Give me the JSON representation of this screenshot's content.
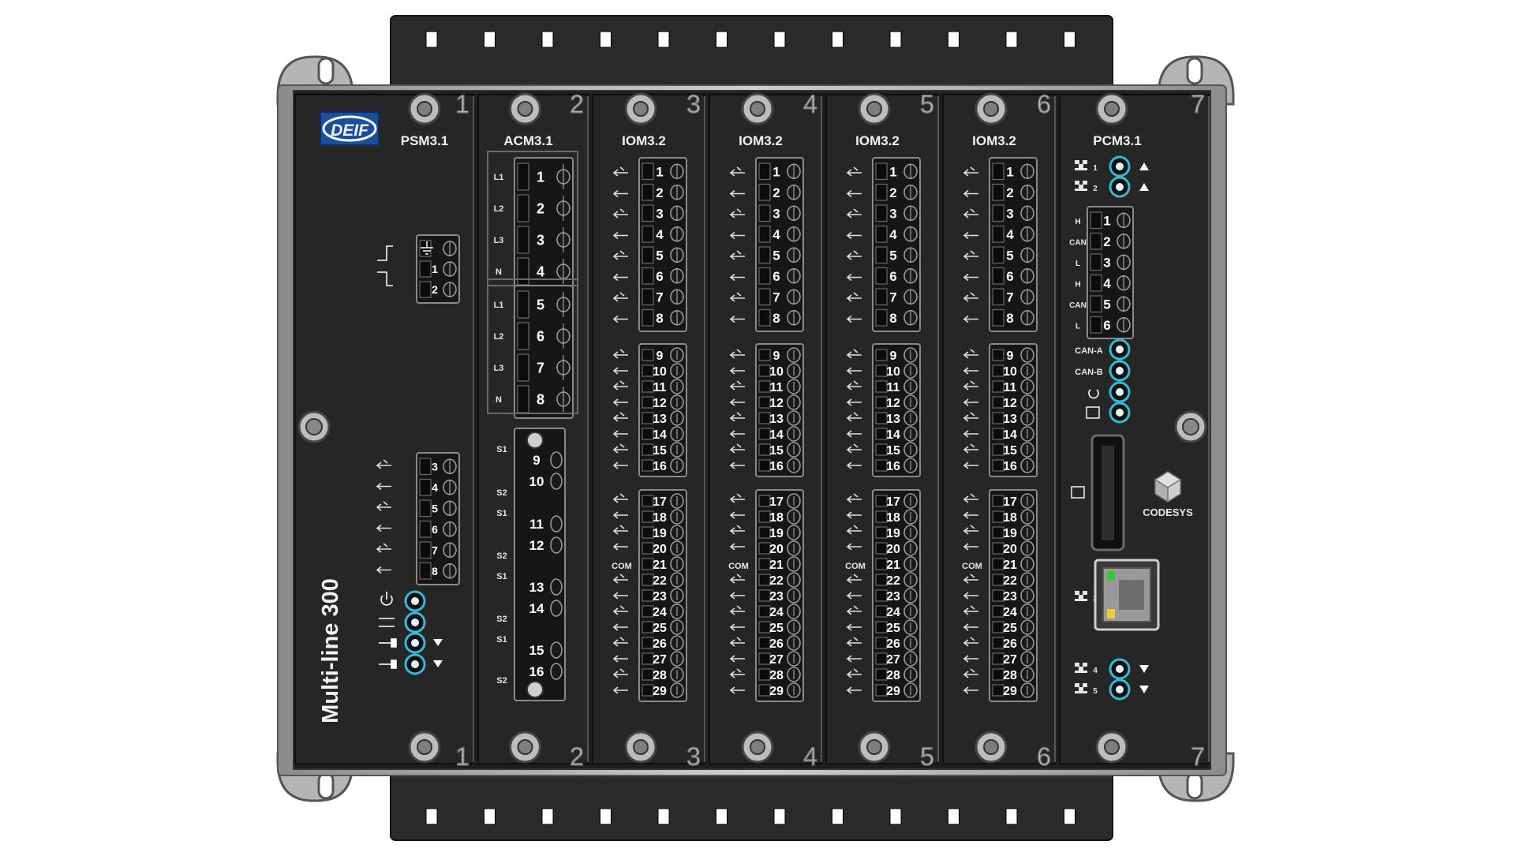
{
  "device": {
    "brand": "DEIF",
    "product": "Multi-line 300",
    "codesys": "CODESYS"
  },
  "slots": [
    {
      "number": "1",
      "label": "PSM3.1"
    },
    {
      "number": "2",
      "label": "ACM3.1"
    },
    {
      "number": "3",
      "label": "IOM3.2"
    },
    {
      "number": "4",
      "label": "IOM3.2"
    },
    {
      "number": "5",
      "label": "IOM3.2"
    },
    {
      "number": "6",
      "label": "IOM3.2"
    },
    {
      "number": "7",
      "label": "PCM3.1"
    }
  ],
  "psm": {
    "power_pins": [
      "1",
      "2"
    ],
    "io_pins": [
      "3",
      "4",
      "5",
      "6",
      "7",
      "8"
    ]
  },
  "acm": {
    "voltage_groups": [
      {
        "phases": [
          "L1",
          "L2",
          "L3",
          "N"
        ],
        "pins": [
          "1",
          "2",
          "3",
          "4"
        ]
      },
      {
        "phases": [
          "L1",
          "L2",
          "L3",
          "N"
        ],
        "pins": [
          "5",
          "6",
          "7",
          "8"
        ]
      }
    ],
    "current_pins": [
      "9",
      "10",
      "11",
      "12",
      "13",
      "14",
      "15",
      "16"
    ],
    "current_labels": [
      "S1",
      "S2",
      "S1",
      "S2",
      "S1",
      "S2",
      "S1",
      "S2"
    ]
  },
  "iom": {
    "pins_a": [
      "1",
      "2",
      "3",
      "4",
      "5",
      "6",
      "7",
      "8"
    ],
    "pins_b": [
      "9",
      "10",
      "11",
      "12",
      "13",
      "14",
      "15",
      "16"
    ],
    "pins_c": [
      "17",
      "18",
      "19",
      "20",
      "21",
      "22",
      "23",
      "24",
      "25",
      "26",
      "27",
      "28",
      "29"
    ],
    "com_label": "COM"
  },
  "pcm": {
    "can_pins": [
      "1",
      "2",
      "3",
      "4",
      "5",
      "6"
    ],
    "can_labels": [
      "H",
      "CAN",
      "L",
      "H",
      "CAN",
      "L"
    ],
    "port_labels": [
      "1",
      "2",
      "3",
      "4",
      "5"
    ],
    "led_labels": [
      "CAN-A",
      "CAN-B"
    ]
  },
  "colors": {
    "housing": "#2b2b2b",
    "module": "#262626",
    "frame": "#a9a9a9",
    "terminal": "#171717",
    "led_ring": "#38b8d8",
    "brand_blue": "#1c4f9a"
  }
}
